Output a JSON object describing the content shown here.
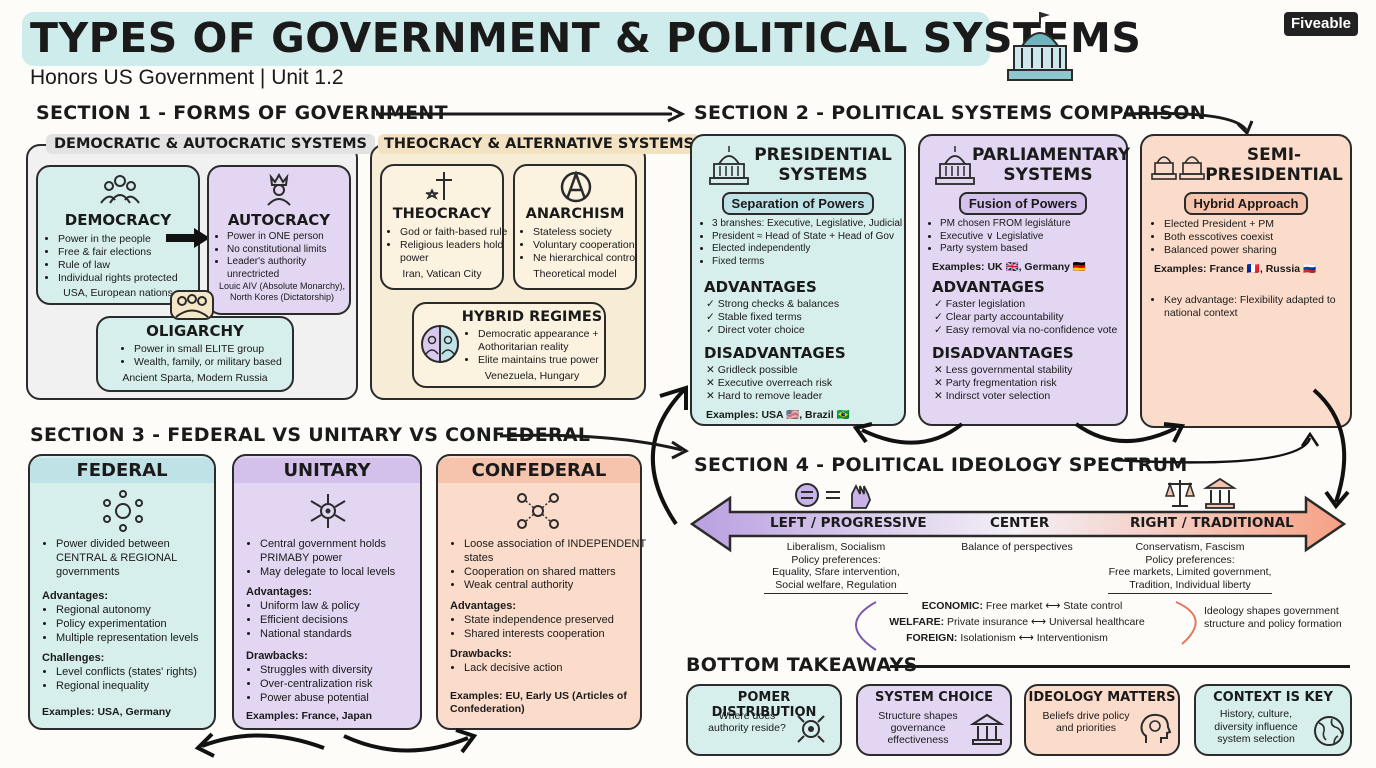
{
  "header": {
    "title": "TYPES OF GOVERNMENT & POLITICAL SYSTEMS",
    "subtitle": "Honors US Government | Unit 1.2",
    "brand": "Fiveable"
  },
  "s1": {
    "heading": "SECTION 1 - FORMS OF GOVERNMENT",
    "group_a": "DEMOCRATIC & AUTOCRATIC SYSTEMS",
    "group_b": "THEOCRACY & ALTERNATIVE SYSTEMS",
    "democracy": {
      "title": "DEMOCRACY",
      "items": [
        "Power in the people",
        "Free & fair elections",
        "Rule of law",
        "Individual rights protected"
      ],
      "examples": "USA, European nations"
    },
    "autocracy": {
      "title": "AUTOCRACY",
      "items": [
        "Power in ONE person",
        "No constitutional limits",
        "Leader's authority unrectricted"
      ],
      "examples": "Louic AIV (Absolute Monarchy), North Kores (Dictatorship)"
    },
    "oligarchy": {
      "title": "OLIGARCHY",
      "items": [
        "Power in small ELITE group",
        "Wealth, family, or military based"
      ],
      "examples": "Ancient Sparta, Modern Russia"
    },
    "theocracy": {
      "title": "THEOCRACY",
      "items": [
        "God or faith-based rule",
        "Religious leaders hold power"
      ],
      "examples": "Iran, Vatican City"
    },
    "anarchism": {
      "title": "ANARCHISM",
      "items": [
        "Stateless society",
        "Voluntary cooperation",
        "Ne hierarchical control"
      ],
      "examples": "Theoretical model"
    },
    "hybrid": {
      "title": "HYBRID REGIMES",
      "items": [
        "Democratic appearance + Aothoritarian reality",
        "Elite maintains true power"
      ],
      "examples": "Venezuela, Hungary"
    }
  },
  "s2": {
    "heading": "SECTION 2 - POLITICAL SYSTEMS COMPARISON",
    "presidential": {
      "title1": "PRESIDENTIAL",
      "title2": "SYSTEMS",
      "tag": "Separation of Powers",
      "items": [
        "3 branshes: Executive, Legislative, Judicial",
        "President ≈ Head of State + Head of Gov",
        "Elected independently",
        "Fixed terms"
      ],
      "adv_label": "ADVANTAGES",
      "adv": [
        "Strong checks & balances",
        "Stable fixed terms",
        "Direct voter choice"
      ],
      "dis_label": "DISADVANTAGES",
      "dis": [
        "Gridleck possible",
        "Executive overreach risk",
        "Hard to remove leader"
      ],
      "examples": "Examples: USA 🇺🇸, Brazil 🇧🇷"
    },
    "parliamentary": {
      "title1": "PARLIAMENTARY",
      "title2": "SYSTEMS",
      "tag": "Fusion of Powers",
      "items": [
        "PM chosen FROM legisláture",
        "Executive ∨ Legislative",
        "Party system based"
      ],
      "examples": "Examples: UK 🇬🇧, Germany 🇩🇪",
      "adv_label": "ADVANTAGES",
      "adv": [
        "Faster legislation",
        "Clear party accountability",
        "Easy removal via no-confidence vote"
      ],
      "dis_label": "DISADVANTAGES",
      "dis": [
        "Less governmental stability",
        "Party fregmentation risk",
        "Indirsct voter selection"
      ]
    },
    "semi": {
      "title1": "SEMI-",
      "title2": "PRESIDENTIAL",
      "tag": "Hybrid Approach",
      "items": [
        "Elected President + PM",
        "Both esscotives coexist",
        "Balanced power sharing"
      ],
      "examples": "Examples: France 🇫🇷, Russia 🇷🇺",
      "key": "Key advantage: Flexibility adapted to national context"
    }
  },
  "s3": {
    "heading": "SECTION 3 - FEDERAL VS UNITARY VS CONFEDERAL",
    "federal": {
      "title": "FEDERAL",
      "intro": "Power divided between CENTRAL & REGIONAL governments",
      "adv_label": "Advantages:",
      "adv": [
        "Regional autonomy",
        "Policy experimentation",
        "Multiple representation levels"
      ],
      "ch_label": "Challenges:",
      "ch": [
        "Level conflicts (states' rights)",
        "Regional inequality"
      ],
      "examples": "Examples: USA, Germany"
    },
    "unitary": {
      "title": "UNITARY",
      "intro": [
        "Central government holds PRIMABY power",
        "May delegate to local levels"
      ],
      "adv_label": "Advantages:",
      "adv": [
        "Uniform law & policy",
        "Efficient decisions",
        "National standards"
      ],
      "dr_label": "Drawbacks:",
      "dr": [
        "Struggles with diversity",
        "Over-centralization risk",
        "Power abuse potential"
      ],
      "examples": "Examples: France, Japan"
    },
    "confederal": {
      "title": "CONFEDERAL",
      "intro": [
        "Loose association of INDEPENDENT states",
        "Cooperation on shared matters",
        "Weak central authority"
      ],
      "adv_label": "Advantages:",
      "adv": [
        "State independence preserved",
        "Shared interests cooperation"
      ],
      "dr_label": "Drawbacks:",
      "dr": [
        "Lack decisive action"
      ],
      "examples": "Examples: EU, Early US (Articles of Confederation)"
    }
  },
  "s4": {
    "heading": "SECTION 4 - POLITICAL IDEOLOGY SPECTRUM",
    "left": "LEFT / PROGRESSIVE",
    "center": "CENTER",
    "right": "RIGHT / TRADITIONAL",
    "left_desc": [
      "Liberalism, Socialism",
      "Policy preferences:",
      "Equality, Sfare intervention,",
      "Social welfare, Regulation"
    ],
    "center_desc": "Balance of perspectives",
    "right_desc": [
      "Conservatism, Fascism",
      "Policy preferences:",
      "Free markets, Limited government,",
      "Tradition, Individual liberty"
    ],
    "rows": [
      {
        "label": "ECONOMIC:",
        "a": "Free market",
        "b": "State control"
      },
      {
        "label": "WELFARE:",
        "a": "Private insurance",
        "b": "Universal healthcare"
      },
      {
        "label": "FOREIGN:",
        "a": "Isolationism",
        "b": "Interventionism"
      }
    ],
    "note": "Ideology shapes government structure and policy formation"
  },
  "bottom": {
    "heading": "BOTTOM TAKEAWAYS",
    "cards": [
      {
        "title": "POMER DISTRIBUTION",
        "text": "Where does authority reside?"
      },
      {
        "title": "SYSTEM CHOICE",
        "text": "Structure shapes governance effectiveness"
      },
      {
        "title": "IDEOLOGY MATTERS",
        "text": "Beliefs drive policy and priorities"
      },
      {
        "title": "CONTEXT IS KEY",
        "text": "History, culture, diversity influence system selection"
      }
    ]
  },
  "colors": {
    "teal": "#d6eeec",
    "purple": "#e2d6f2",
    "peach": "#fbdccb",
    "cream": "#f7ecd6"
  }
}
